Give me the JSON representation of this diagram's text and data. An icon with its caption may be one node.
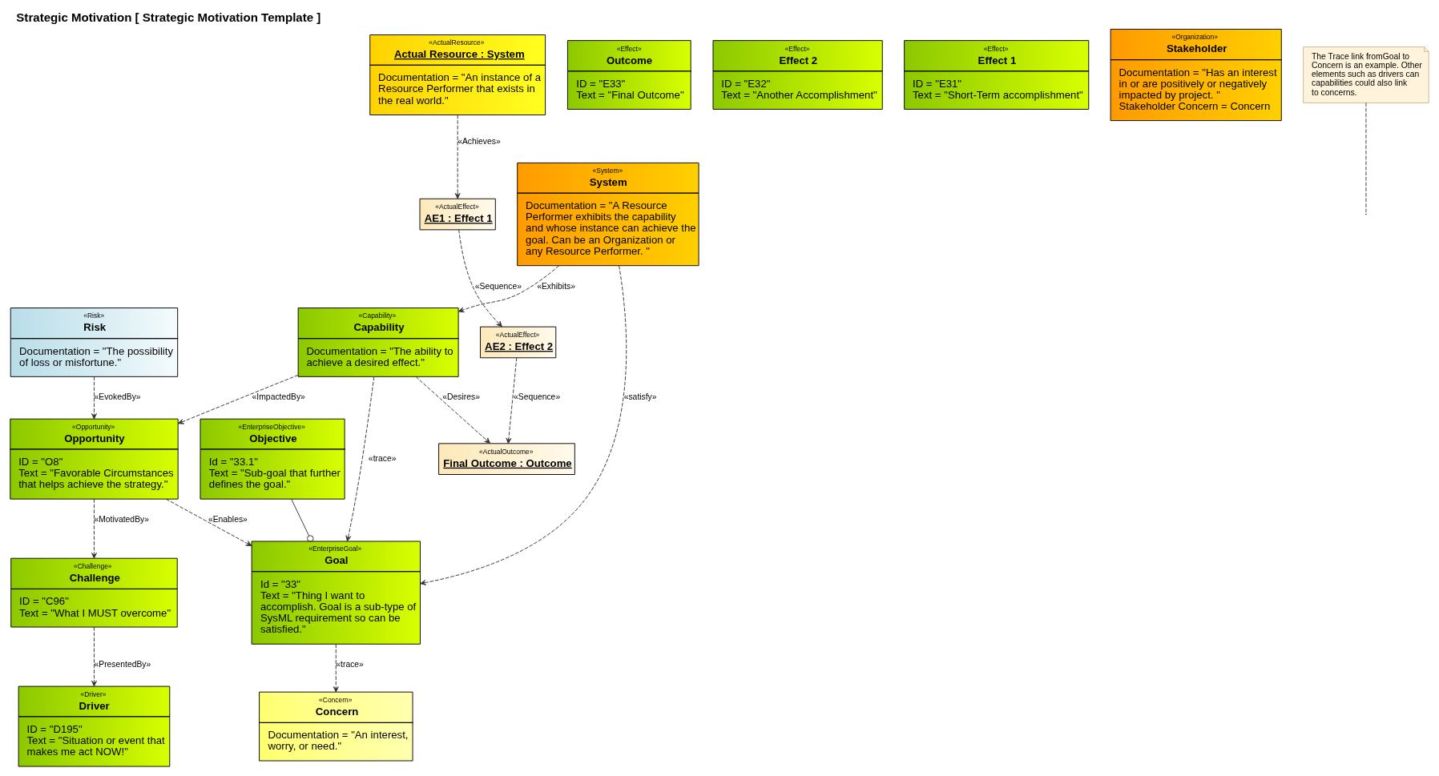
{
  "diagram": {
    "title": "Strategic Motivation [ Strategic Motivation Template ]",
    "nodes": [
      {
        "text": [
          "«Driver»",
          "Driver",
          "ID = \"D195\"",
          "Text = \"Situation or event that makes me act NOW!\""
        ]
      },
      {
        "text": [
          "«Challenge»",
          "Challenge",
          "ID = \"C96\"",
          "Text = \"What I MUST overcome\""
        ]
      },
      {
        "text": [
          "«Risk»",
          "Risk",
          "Documentation = \"The possibility of loss or misfortune.\""
        ]
      },
      {
        "text": [
          "«Capability»",
          "Capability",
          "Documentation = \"The ability to achieve a desired effect.\""
        ]
      },
      {
        "text": [
          "«ActualOutcome»",
          "Final Outcome : Outcome"
        ]
      },
      {
        "text": [
          "«Effect»",
          "Outcome",
          "ID = \"E33\"",
          "Text = \"Final Outcome\""
        ]
      },
      {
        "text": [
          "«Effect»",
          "Effect 2",
          "ID = \"E32\"",
          "Text = \"Another Accomplishment\""
        ]
      },
      {
        "text": [
          "«ActualEffect»",
          "AE2 : Effect 2"
        ]
      },
      {
        "text": [
          "«ActualEffect»",
          "AE1 : Effect 1"
        ]
      },
      {
        "text": [
          "«Effect»",
          "Effect 1",
          "ID = \"E31\"",
          "Text = \"Short-Term accomplishment\""
        ]
      },
      {
        "text": [
          "«EnterpriseGoal»",
          "Goal",
          "Id = \"33\"",
          "Text = \"Thing I want to accomplish. Goal is a sub-type of SysML requirement so can be satisfied.\""
        ]
      },
      {
        "text": [
          "«Opportunity»",
          "Opportunity",
          "ID = \"O8\"",
          "Text = \"Favorable Circumstances that helps achieve the strategy.\""
        ]
      },
      {
        "text": [
          "«Concern»",
          "Concern",
          "Documentation = \"An interest, worry, or need.\""
        ]
      },
      {
        "text": [
          "«System»",
          "System",
          "Documentation = \"A Resource Performer exhibits the capability and whose instance can achieve the goal. Can be an Organization or any Resource Performer. \""
        ]
      },
      {
        "text": [
          "«ActualResource»",
          "Actual Resource : System",
          "Documentation = \"An instance of a Resource Performer that exists in the real world.\""
        ]
      },
      {
        "text": [
          "«Organization»",
          "Stakeholder",
          "Documentation = \"Has an interest in or are positively or negatively impacted by project. \"",
          "Stakeholder Concern = Concern"
        ]
      },
      {
        "text": [
          "The Trace link fromGoal to Concern is an example. Other elements such as drivers can capabilities could also link to concerns."
        ]
      },
      {
        "text": [
          "«EnterpriseObjective»",
          "Objective",
          "Id = \"33.1\"",
          "Text = \"Sub-goal that further defines the goal.\""
        ]
      }
    ],
    "edges": [
      {
        "from": 1,
        "to": 0,
        "arrow": "to",
        "label": "«PresentedBy»",
        "style": "dashed"
      },
      {
        "from": 11,
        "to": 1,
        "arrow": "to",
        "label": "«MotivatedBy»",
        "style": "dashed"
      },
      {
        "from": 2,
        "to": 11,
        "arrow": "to",
        "label": "«EvokedBy»",
        "style": "dashed"
      },
      {
        "from": 3,
        "to": 11,
        "arrow": "to",
        "label": "«ImpactedBy»",
        "style": "dashed"
      },
      {
        "from": 11,
        "to": 10,
        "arrow": "to",
        "label": "«Enables»",
        "style": "dashed"
      },
      {
        "from": 10,
        "to": 12,
        "arrow": "to",
        "label": "«trace»",
        "style": "dashed"
      },
      {
        "from": 3,
        "to": 10,
        "arrow": "to",
        "label": "«trace»",
        "style": "dashed"
      },
      {
        "from": 3,
        "to": 4,
        "arrow": "to",
        "label": "«Desires»",
        "style": "dashed"
      },
      {
        "from": 7,
        "to": 4,
        "arrow": "to",
        "label": "«Sequence»",
        "style": "dashed"
      },
      {
        "from": 8,
        "to": 7,
        "arrow": "to",
        "label": "«Sequence»",
        "style": "dashed"
      },
      {
        "from": 13,
        "to": 3,
        "arrow": "to",
        "label": "«Exhibits»",
        "style": "dashed"
      },
      {
        "from": 13,
        "to": 10,
        "arrow": "to",
        "label": "«satisfy»",
        "style": "dashed"
      },
      {
        "from": 14,
        "to": 8,
        "arrow": "to",
        "label": "«Achieves»",
        "style": "dashed"
      },
      {
        "from": 17,
        "to": 10,
        "arrow": "other"
      },
      {
        "from": 16,
        "to": null,
        "arrow": "none",
        "style": "dashed"
      }
    ]
  }
}
